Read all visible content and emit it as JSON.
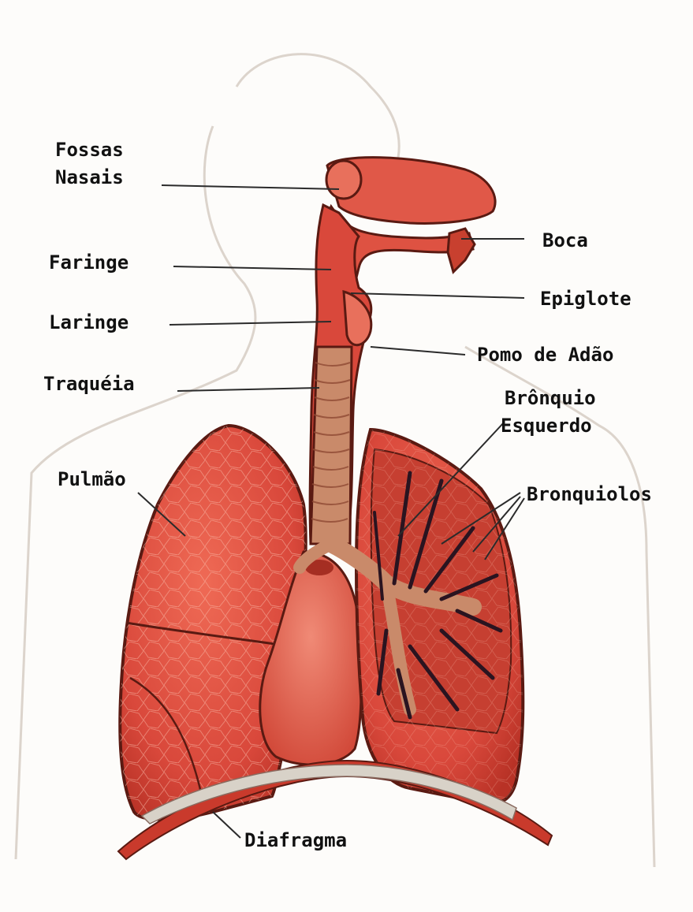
{
  "labels": {
    "fossas_line1": "Fossas",
    "fossas_line2": "Nasais",
    "faringe": "Faringe",
    "laringe": "Laringe",
    "traqueia": "Traquéia",
    "pulmao": "Pulmão",
    "boca": "Boca",
    "epiglote": "Epiglote",
    "pomo": "Pomo de Adão",
    "bronquio_line1": "Brônquio",
    "bronquio_line2": "Esquerdo",
    "bronquiolos": "Bronquiolos",
    "diafragma": "Diafragma"
  },
  "colors": {
    "organ": "#d9483b",
    "organ_light": "#ec7a68",
    "outline": "#5a1a12",
    "airway": "#c98a6a",
    "label_text": "#111111"
  }
}
